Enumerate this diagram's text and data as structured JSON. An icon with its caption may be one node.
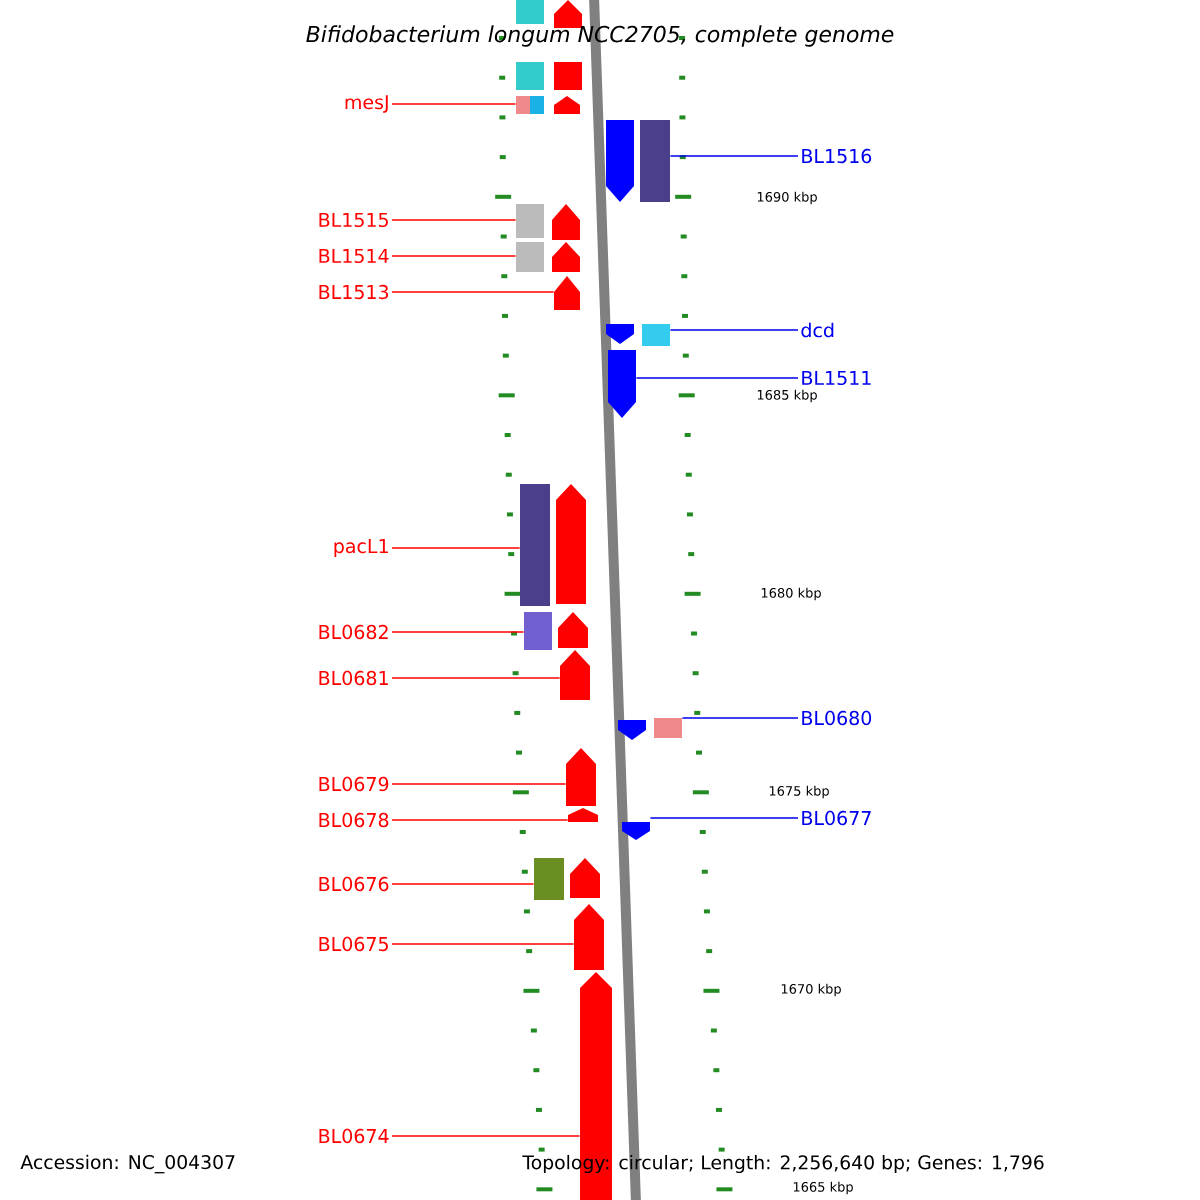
{
  "diagram": {
    "title": "Bifidobacterium longum NCC2705, complete genome",
    "nodes": [
      {
        "text": [
          "mesJ"
        ]
      },
      {
        "text": [
          "BL1516"
        ]
      },
      {
        "text": [
          "BL1515"
        ]
      },
      {
        "text": [
          "BL1514"
        ]
      },
      {
        "text": [
          "BL1513"
        ]
      },
      {
        "text": [
          "dcd"
        ]
      },
      {
        "text": [
          "BL1511"
        ]
      },
      {
        "text": [
          "pacL1"
        ]
      },
      {
        "text": [
          "BL0682"
        ]
      },
      {
        "text": [
          "BL0681"
        ]
      },
      {
        "text": [
          "BL0680"
        ]
      },
      {
        "text": [
          "BL0679"
        ]
      },
      {
        "text": [
          "BL0678"
        ]
      },
      {
        "text": [
          "BL0677"
        ]
      },
      {
        "text": [
          "BL0676"
        ]
      },
      {
        "text": [
          "BL0675"
        ]
      },
      {
        "text": [
          "BL0674"
        ]
      },
      {
        "text": [],
        "shape": "box"
      },
      {
        "text": [],
        "shape": "box"
      },
      {
        "text": [],
        "shape": "box"
      },
      {
        "text": [],
        "shape": "box"
      },
      {
        "text": [],
        "shape": "arrow"
      },
      {
        "text": [],
        "shape": "box"
      },
      {
        "text": [],
        "shape": "arrow"
      },
      {
        "text": [],
        "shape": "box"
      },
      {
        "text": [],
        "shape": "box"
      },
      {
        "text": [],
        "shape": "arrow"
      },
      {
        "text": [],
        "shape": "box"
      },
      {
        "text": [],
        "shape": "arrow"
      },
      {
        "text": [],
        "shape": "arrow"
      },
      {
        "text": [],
        "shape": "arrow"
      },
      {
        "text": [],
        "shape": "box"
      },
      {
        "text": [],
        "shape": "arrow"
      },
      {
        "text": [],
        "shape": "arrow"
      }
    ],
    "edges": [
      {
        "from": 0,
        "to": 17,
        "arrow": "none"
      },
      {
        "from": 1,
        "to": 18,
        "arrow": "none",
        "color": "#0000ee"
      },
      {
        "from": 2,
        "to": 19,
        "arrow": "none"
      },
      {
        "from": 3,
        "to": 20,
        "arrow": "none"
      },
      {
        "from": 4,
        "to": 21,
        "arrow": "none"
      },
      {
        "from": 5,
        "to": 22,
        "arrow": "none",
        "color": "#0000ee"
      },
      {
        "from": 6,
        "to": 23,
        "arrow": "none",
        "color": "#0000ee"
      },
      {
        "from": 7,
        "to": 24,
        "arrow": "none"
      },
      {
        "from": 8,
        "to": 25,
        "arrow": "none"
      },
      {
        "from": 9,
        "to": 26,
        "arrow": "none"
      },
      {
        "from": 10,
        "to": 27,
        "arrow": "none",
        "color": "#0000ee"
      },
      {
        "from": 11,
        "to": 28,
        "arrow": "none"
      },
      {
        "from": 12,
        "to": 29,
        "arrow": "none"
      },
      {
        "from": 13,
        "to": 30,
        "arrow": "none",
        "color": "#0000ee"
      },
      {
        "from": 14,
        "to": 31,
        "arrow": "none"
      },
      {
        "from": 15,
        "to": 32,
        "arrow": "none"
      },
      {
        "from": 16,
        "to": 33,
        "arrow": "none"
      }
    ],
    "labels": [
      "1690 kbp",
      "1685 kbp",
      "1680 kbp",
      "1675 kbp",
      "1670 kbp",
      "Accession: NC_004307",
      "Topology: circular; Length: 2,256,640 bp; Genes: 1,796",
      "1665 kbp"
    ]
  }
}
